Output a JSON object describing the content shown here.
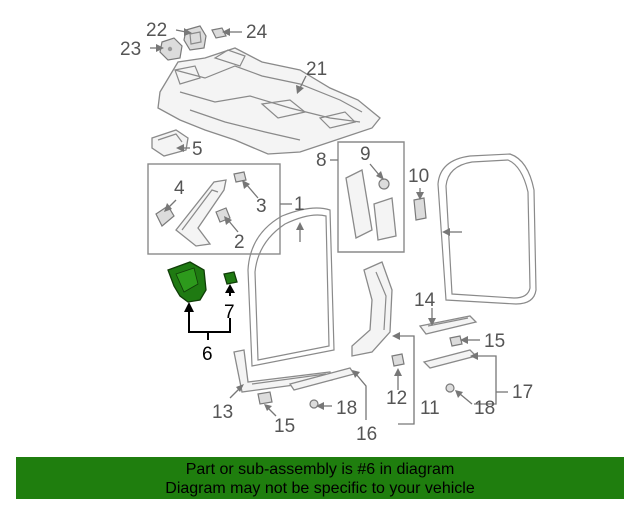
{
  "diagram": {
    "callouts": {
      "c1": "1",
      "c2": "2",
      "c3": "3",
      "c4": "4",
      "c5": "5",
      "c6": "6",
      "c7": "7",
      "c8": "8",
      "c9": "9",
      "c10": "10",
      "c11": "11",
      "c12": "12",
      "c13": "13",
      "c14": "14",
      "c15a": "15",
      "c15b": "15",
      "c16": "16",
      "c17": "17",
      "c18a": "18",
      "c18b": "18",
      "c21": "21",
      "c22": "22",
      "c23": "23",
      "c24": "24"
    },
    "highlighted_part": "6",
    "colors": {
      "highlight": "#1f7a12",
      "banner": "#1f7e0e",
      "line": "#8a8a8a"
    }
  },
  "footer": {
    "line1": "Part or sub-assembly is #6 in diagram",
    "line2": "Diagram may not be specific to your vehicle"
  }
}
